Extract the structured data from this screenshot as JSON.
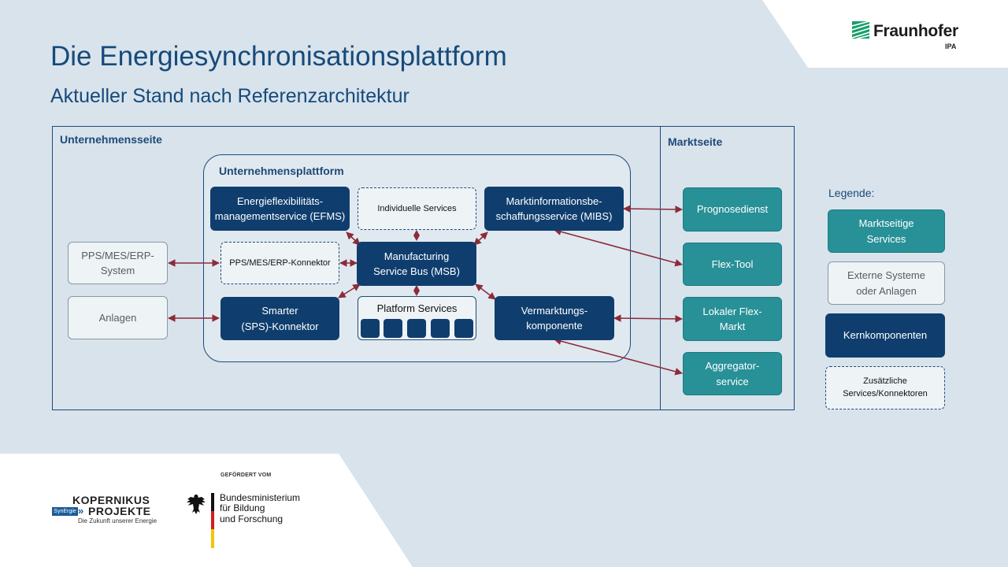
{
  "header": {
    "title": "Die Energiesynchronisationsplattform",
    "subtitle": "Aktueller Stand nach Referenzarchitektur"
  },
  "logo": {
    "name": "Fraunhofer",
    "sub": "IPA"
  },
  "diagram": {
    "unternehmensseite": "Unternehmensseite",
    "marktseite": "Marktseite",
    "platform_title": "Unternehmensplattform",
    "external": {
      "pps": "PPS/MES/ERP-\nSystem",
      "anlagen": "Anlagen"
    },
    "core": {
      "efms": "Energieflexibilitäts-\nmanagementservice (EFMS)",
      "mibs": "Marktinformationsbe-\nschaffungsservice (MIBS)",
      "msb": "Manufacturing\nService Bus (MSB)",
      "sps": "Smarter\n(SPS)-Konnektor",
      "vermarktung": "Vermarktungs-\nkomponente"
    },
    "extra": {
      "individuelle": "Individuelle Services",
      "pps_konnektor": "PPS/MES/ERP-Konnektor"
    },
    "platform_services": "Platform Services",
    "market": {
      "prognose": "Prognosedienst",
      "flex_tool": "Flex-Tool",
      "lokaler": "Lokaler Flex-\nMarkt",
      "aggregator": "Aggregator-\nservice"
    }
  },
  "legend": {
    "title": "Legende:",
    "market": "Marktseitige\nServices",
    "external": "Externe Systeme\noder Anlagen",
    "core": "Kernkomponenten",
    "extra": "Zusätzliche\nServices/Konnektoren"
  },
  "footer": {
    "gefoerdert": "GEFÖRDERT VOM",
    "kopernikus_top": "KOPERNIKUS",
    "kopernikus_badge": "SynErgie",
    "kopernikus_bottom": "PROJEKTE",
    "kopernikus_tagline": "Die Zukunft unserer Energie",
    "bmbf": "Bundesministerium\nfür Bildung\nund Forschung"
  },
  "colors": {
    "background": "#d8e3ec",
    "core": "#0f3e6e",
    "market": "#289097",
    "arrow": "#8b2c3a",
    "title": "#174a7a"
  }
}
